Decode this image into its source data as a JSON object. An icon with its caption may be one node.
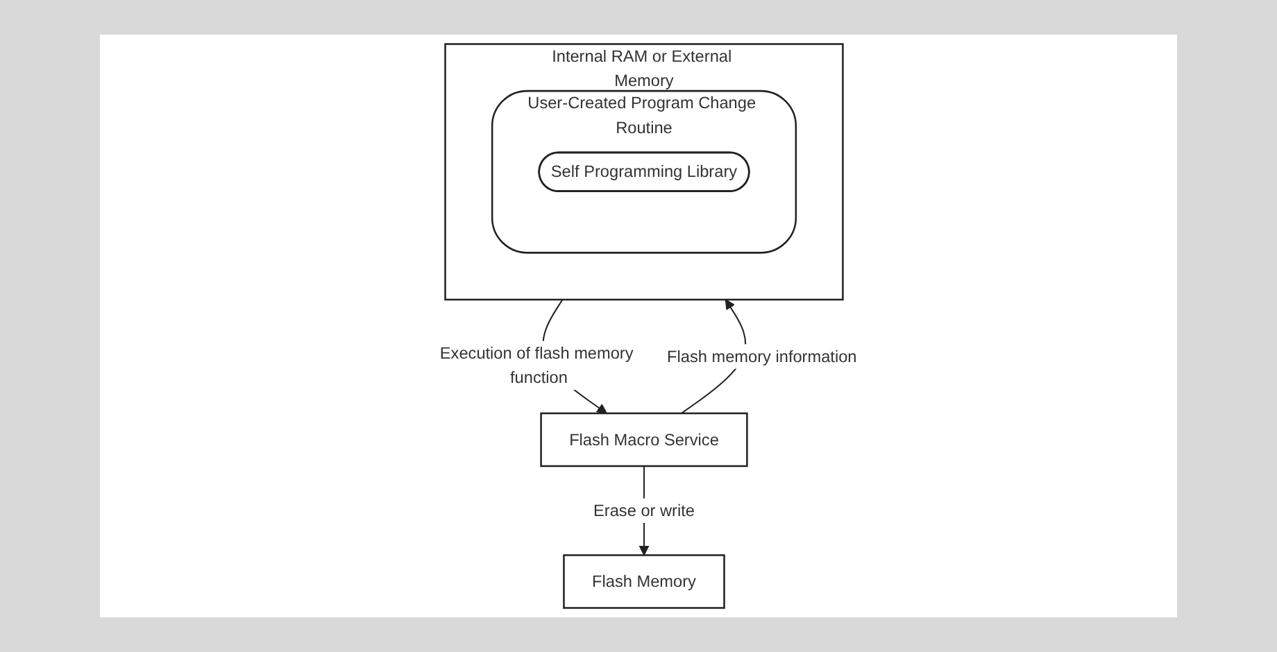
{
  "diagram": {
    "nodes": [
      {
        "text": [
          "Internal RAM or External Memory"
        ]
      },
      {
        "text": [
          "User-Created Program Change Routine"
        ],
        "in": 0
      },
      {
        "text": [
          "Self Programming Library"
        ],
        "in": 1
      },
      {
        "text": [
          "Flash Macro Service"
        ]
      },
      {
        "text": [
          "Flash Memory"
        ]
      }
    ],
    "edges": [
      {
        "from": 0,
        "to": 3,
        "arrow": "to",
        "label": "Execution of flash memory function"
      },
      {
        "from": 3,
        "to": 0,
        "arrow": "to",
        "label": "Flash memory information"
      },
      {
        "from": 3,
        "to": 4,
        "arrow": "to",
        "label": "Erase or write"
      }
    ]
  }
}
